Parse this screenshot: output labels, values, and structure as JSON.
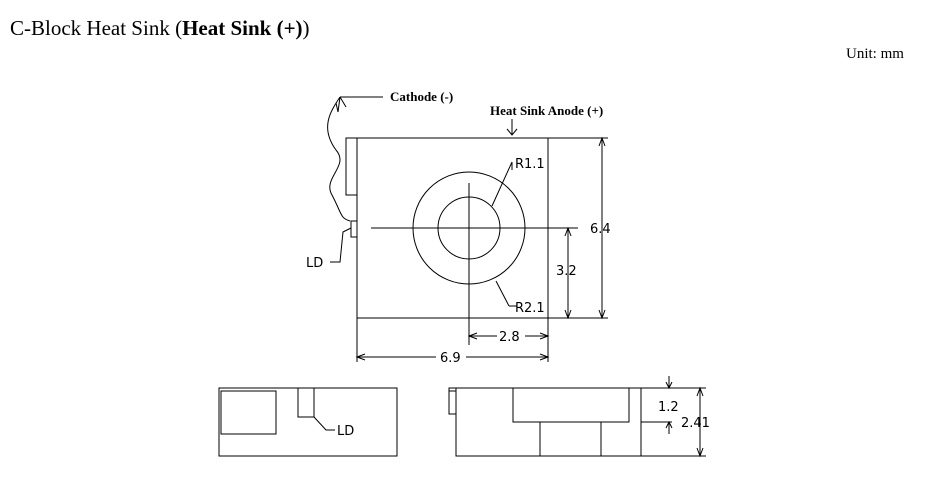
{
  "title": {
    "prefix": "C-Block Heat Sink (",
    "bold": "Heat Sink (+)",
    "suffix": ")"
  },
  "unit_label": "Unit: mm",
  "labels": {
    "cathode": "Cathode (-)",
    "anode": "Heat Sink Anode (+)",
    "ld_top": "LD",
    "ld_side": "LD"
  },
  "dimensions": {
    "inner_radius": "R1.1",
    "outer_radius": "R2.1",
    "height": "6.4",
    "half_height": "3.2",
    "center_offset": "2.8",
    "width": "6.9",
    "step_height": "1.2",
    "total_height": "2.41"
  }
}
